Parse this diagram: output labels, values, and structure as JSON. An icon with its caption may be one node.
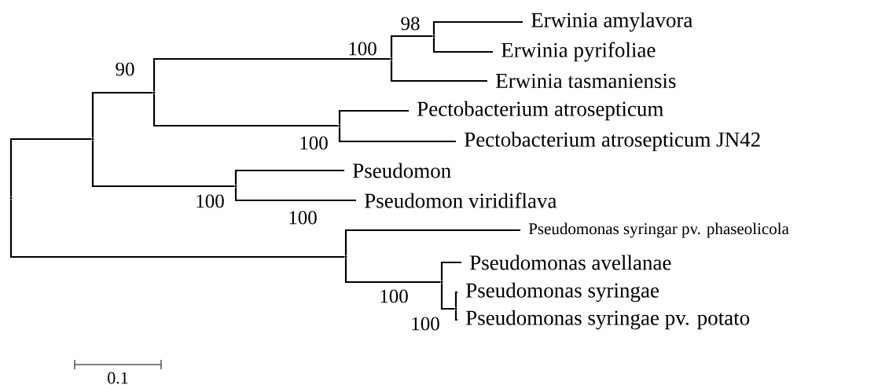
{
  "diagram": {
    "nodes": [
      {
        "text": [],
        "shape": "dot"
      },
      {
        "text": [],
        "shape": "dot"
      },
      {
        "text": [],
        "shape": "dot"
      },
      {
        "text": [],
        "shape": "dot"
      },
      {
        "text": [],
        "shape": "dot"
      },
      {
        "text": [
          "Erwinia amylavora"
        ]
      },
      {
        "text": [
          "Erwinia pyrifoliae"
        ]
      },
      {
        "text": [
          "Erwinia tasmaniensis"
        ]
      },
      {
        "text": [],
        "shape": "dot"
      },
      {
        "text": [
          "Pectobacterium atrosepticum"
        ]
      },
      {
        "text": [
          "Pectobacterium atrosepticum JN42"
        ]
      },
      {
        "text": [],
        "shape": "dot"
      },
      {
        "text": [
          "Pseudomon"
        ]
      },
      {
        "text": [
          "Pseudomon viridiflava"
        ]
      },
      {
        "text": [],
        "shape": "dot"
      },
      {
        "text": [
          "Pseudomonas syringar pv. phaseolicola"
        ]
      },
      {
        "text": [],
        "shape": "dot"
      },
      {
        "text": [
          "Pseudomonas avellanae"
        ]
      },
      {
        "text": [],
        "shape": "dot"
      },
      {
        "text": [
          "Pseudomonas syringae"
        ]
      },
      {
        "text": [
          "Pseudomonas syringae pv. potato"
        ]
      }
    ],
    "edges": [
      {
        "from": 0,
        "to": 1,
        "arrow": "none"
      },
      {
        "from": 0,
        "to": 14,
        "arrow": "none"
      },
      {
        "from": 1,
        "to": 2,
        "arrow": "none"
      },
      {
        "from": 1,
        "to": 11,
        "arrow": "none"
      },
      {
        "from": 2,
        "to": 3,
        "arrow": "none"
      },
      {
        "from": 2,
        "to": 8,
        "arrow": "none"
      },
      {
        "from": 3,
        "to": 4,
        "arrow": "none"
      },
      {
        "from": 3,
        "to": 7,
        "arrow": "none"
      },
      {
        "from": 4,
        "to": 5,
        "arrow": "none"
      },
      {
        "from": 4,
        "to": 6,
        "arrow": "none"
      },
      {
        "from": 8,
        "to": 9,
        "arrow": "none"
      },
      {
        "from": 8,
        "to": 10,
        "arrow": "none"
      },
      {
        "from": 11,
        "to": 12,
        "arrow": "none"
      },
      {
        "from": 11,
        "to": 13,
        "arrow": "none"
      },
      {
        "from": 14,
        "to": 15,
        "arrow": "none"
      },
      {
        "from": 14,
        "to": 16,
        "arrow": "none"
      },
      {
        "from": 16,
        "to": 17,
        "arrow": "none"
      },
      {
        "from": 16,
        "to": 18,
        "arrow": "none"
      },
      {
        "from": 18,
        "to": 19,
        "arrow": "none"
      },
      {
        "from": 18,
        "to": 20,
        "arrow": "none"
      }
    ],
    "labels": [
      "98",
      "100",
      "90",
      "100",
      "100",
      "100",
      "100",
      "100",
      "0.1"
    ]
  }
}
